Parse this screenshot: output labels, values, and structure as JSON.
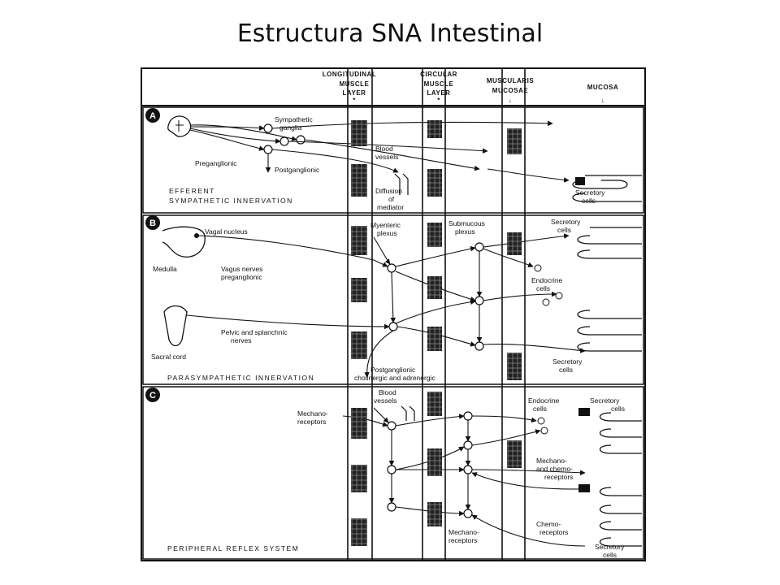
{
  "title": "Estructura SNA Intestinal",
  "headers": {
    "longitudinal": [
      "LONGITUDINAL",
      "MUSCLE",
      "LAYER"
    ],
    "circular": [
      "CIRCULAR",
      "MUSCLE",
      "LAYER"
    ],
    "muscularis": [
      "MUSCULARIS",
      "MUCOSAE"
    ],
    "mucosa": "MUCOSA"
  },
  "panel_a": {
    "letter": "A",
    "title_line1": "EFFERENT",
    "title_line2": "SYMPATHETIC INNERVATION",
    "sympathetic_ganglia": [
      "Sympathetic",
      "ganglia"
    ],
    "preganglionic": "Preganglionic",
    "postganglionic": "Postganglionic",
    "blood_vessels": [
      "Blood",
      "vessels"
    ],
    "diffusion": [
      "Diffusion",
      "of",
      "mediator"
    ],
    "secretory": [
      "Secretory",
      "cells"
    ]
  },
  "panel_b": {
    "letter": "B",
    "title": "PARASYMPATHETIC INNERVATION",
    "vagal_nucleus": "Vagal nucleus",
    "medulla": "Medulla",
    "vagus": [
      "Vagus nerves",
      "preganglionic"
    ],
    "sacral_cord": "Sacral cord",
    "pelvic": [
      "Pelvic and splanchnic",
      "nerves"
    ],
    "myenteric": [
      "Myenteric",
      "plexus"
    ],
    "submucous": [
      "Submucous",
      "plexus"
    ],
    "secretory_top": [
      "Secretory",
      "cells"
    ],
    "endocrine": [
      "Endocrine",
      "cells"
    ],
    "secretory_bottom": [
      "Secretory",
      "cells"
    ],
    "postganglionic": [
      "Postganglionic",
      "cholinergic and adrenergic"
    ]
  },
  "panel_c": {
    "letter": "C",
    "title": "PERIPHERAL REFLEX SYSTEM",
    "blood_vessels": [
      "Blood",
      "vessels"
    ],
    "mechanoreceptors_left": [
      "Mechano-",
      "receptors"
    ],
    "endocrine": [
      "Endocrine",
      "cells"
    ],
    "secretory_top": [
      "Secretory",
      "cells"
    ],
    "mechano_chemo": [
      "Mechano-",
      "and chemo-",
      "receptors"
    ],
    "mechanoreceptors_bottom": [
      "Mechano-",
      "receptors"
    ],
    "chemoreceptors": [
      "Chemo-",
      "receptors"
    ],
    "secretory_bottom": [
      "Secretory",
      "cells"
    ]
  },
  "colors": {
    "ink": "#111111",
    "paper": "#ffffff",
    "muscle_fill": "#333333"
  }
}
